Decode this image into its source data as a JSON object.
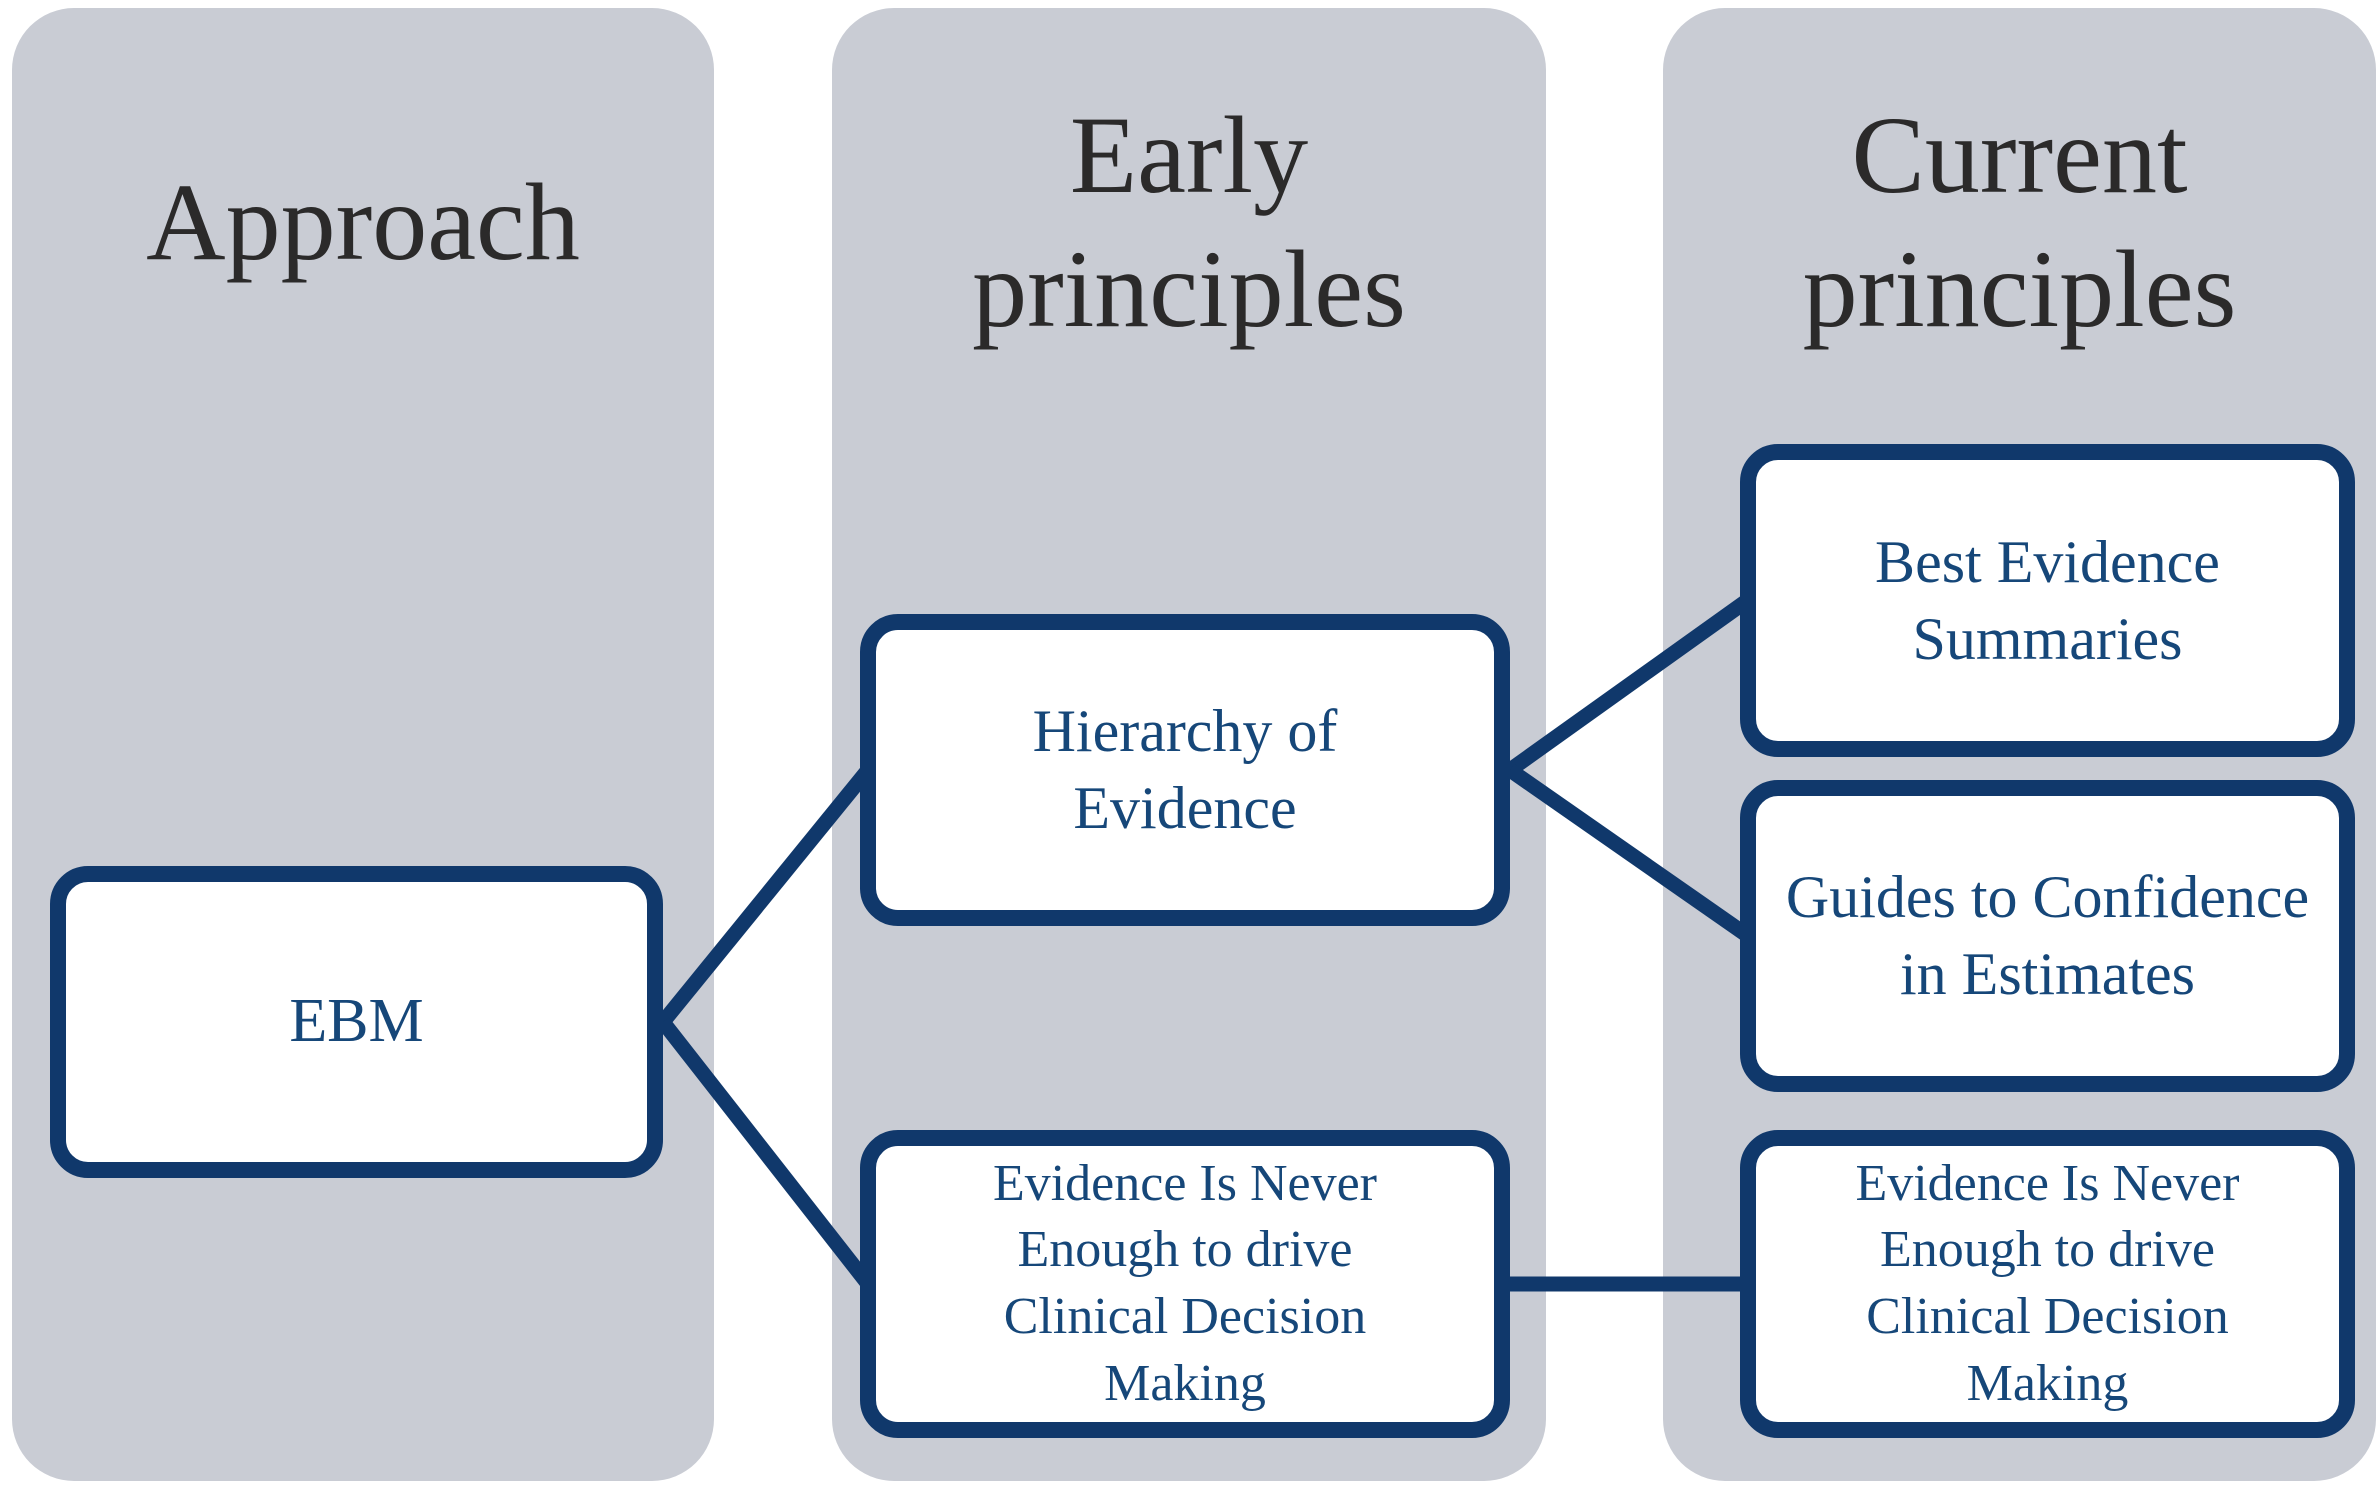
{
  "diagram": {
    "columns": {
      "approach": {
        "title": "Approach"
      },
      "early": {
        "title": "Early\nprinciples"
      },
      "current": {
        "title": "Current\nprinciples"
      }
    },
    "nodes": {
      "ebm": {
        "column": "approach",
        "label": "EBM"
      },
      "hierarchy": {
        "column": "early",
        "label": "Hierarchy of\nEvidence"
      },
      "evidence_early": {
        "column": "early",
        "label": "Evidence Is Never\nEnough to drive\nClinical Decision\nMaking"
      },
      "best": {
        "column": "current",
        "label": "Best Evidence\nSummaries"
      },
      "guides": {
        "column": "current",
        "label": "Guides to Confidence\nin Estimates"
      },
      "evidence_current": {
        "column": "current",
        "label": "Evidence Is Never\nEnough to drive\nClinical Decision\nMaking"
      }
    },
    "edges": [
      {
        "from": "ebm",
        "to": "hierarchy"
      },
      {
        "from": "ebm",
        "to": "evidence_early"
      },
      {
        "from": "hierarchy",
        "to": "best"
      },
      {
        "from": "hierarchy",
        "to": "guides"
      },
      {
        "from": "evidence_early",
        "to": "evidence_current"
      }
    ]
  },
  "colors": {
    "panel": "#c9ccd4",
    "line": "#10386b",
    "box_fill": "#ffffff",
    "node_text": "#164779",
    "title_text": "#2b2a2a",
    "background": "#ffffff"
  }
}
